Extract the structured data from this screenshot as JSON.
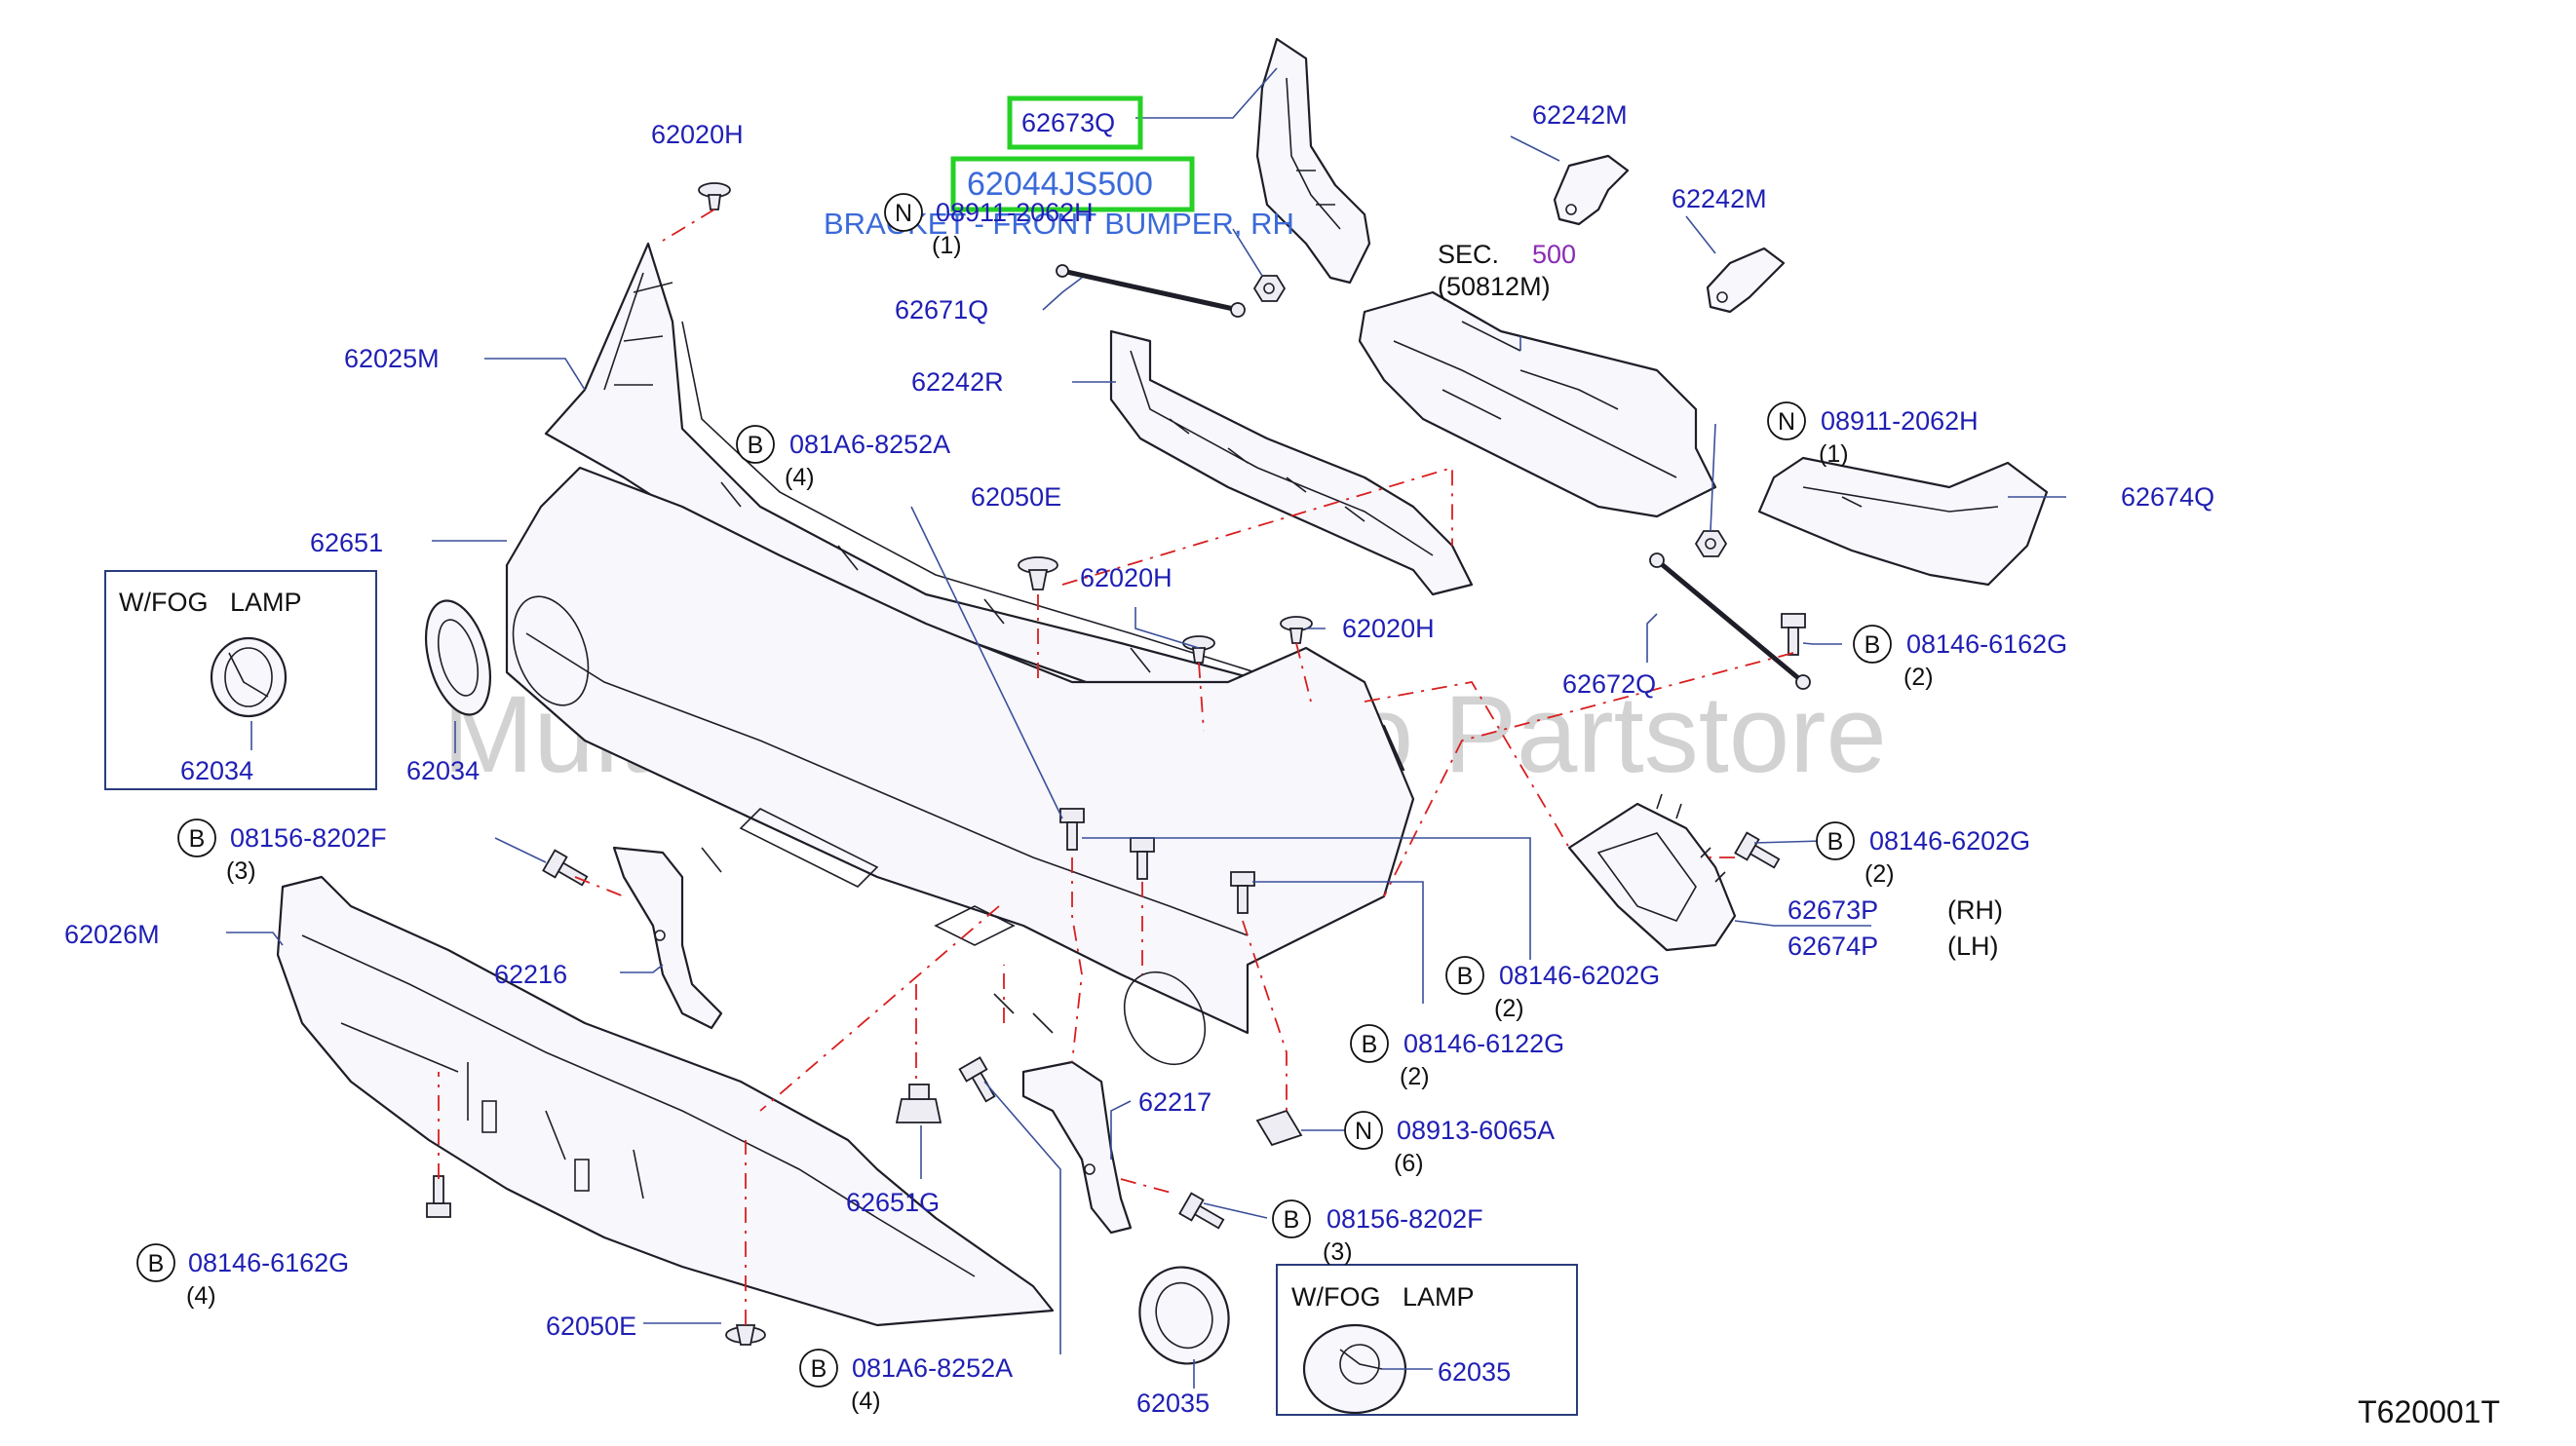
{
  "diagram_code": "T620001T",
  "watermark": "Multi-Merchant Auto Partstore",
  "highlighted_parts": {
    "main": "62673Q",
    "secondary": "62044JS500",
    "description": "BRACKET - FRONT BUMPER, RH"
  },
  "section_ref": {
    "prefix": "SEC.",
    "number": "500",
    "sub": "(50812M)"
  },
  "fog_boxes": {
    "left": "W/FOG   LAMP",
    "right": "W/FOG   LAMP"
  },
  "colors": {
    "part_number": "#1f1fb4",
    "section_number": "#8a2bb4",
    "highlight_box": "#26d126",
    "guide_line": "#d81e1e",
    "watermark": "#c8c8c8"
  },
  "callouts": [
    {
      "id": "c1",
      "prefix": "",
      "part": "62020H",
      "qty": ""
    },
    {
      "id": "c2",
      "prefix": "N",
      "part": "08911-2062H",
      "qty": "(1)"
    },
    {
      "id": "c3",
      "prefix": "",
      "part": "62242M",
      "qty": ""
    },
    {
      "id": "c4",
      "prefix": "",
      "part": "62242M",
      "qty": ""
    },
    {
      "id": "c5",
      "prefix": "",
      "part": "62671Q",
      "qty": ""
    },
    {
      "id": "c6",
      "prefix": "",
      "part": "62025M",
      "qty": ""
    },
    {
      "id": "c7",
      "prefix": "",
      "part": "62242R",
      "qty": ""
    },
    {
      "id": "c8",
      "prefix": "B",
      "part": "081A6-8252A",
      "qty": "(4)"
    },
    {
      "id": "c9",
      "prefix": "N",
      "part": "08911-2062H",
      "qty": "(1)"
    },
    {
      "id": "c10",
      "prefix": "",
      "part": "62050E",
      "qty": ""
    },
    {
      "id": "c11",
      "prefix": "",
      "part": "62651",
      "qty": ""
    },
    {
      "id": "c12",
      "prefix": "",
      "part": "62674Q",
      "qty": ""
    },
    {
      "id": "c13",
      "prefix": "",
      "part": "62020H",
      "qty": ""
    },
    {
      "id": "c14",
      "prefix": "",
      "part": "62020H",
      "qty": ""
    },
    {
      "id": "c15",
      "prefix": "",
      "part": "62034",
      "qty": ""
    },
    {
      "id": "c16",
      "prefix": "",
      "part": "62034",
      "qty": ""
    },
    {
      "id": "c17",
      "prefix": "",
      "part": "62672Q",
      "qty": ""
    },
    {
      "id": "c18",
      "prefix": "B",
      "part": "08146-6162G",
      "qty": "(2)"
    },
    {
      "id": "c19",
      "prefix": "B",
      "part": "08156-8202F",
      "qty": "(3)"
    },
    {
      "id": "c20",
      "prefix": "B",
      "part": "08146-6202G",
      "qty": "(2)"
    },
    {
      "id": "c21",
      "prefix": "",
      "part": "62026M",
      "qty": ""
    },
    {
      "id": "c22",
      "prefix": "",
      "part": "62673P",
      "qty": "(RH)"
    },
    {
      "id": "c23",
      "prefix": "",
      "part": "62674P",
      "qty": "(LH)"
    },
    {
      "id": "c24",
      "prefix": "",
      "part": "62216",
      "qty": ""
    },
    {
      "id": "c25",
      "prefix": "B",
      "part": "08146-6202G",
      "qty": "(2)"
    },
    {
      "id": "c26",
      "prefix": "B",
      "part": "08146-6122G",
      "qty": "(2)"
    },
    {
      "id": "c27",
      "prefix": "",
      "part": "62217",
      "qty": ""
    },
    {
      "id": "c28",
      "prefix": "N",
      "part": "08913-6065A",
      "qty": "(6)"
    },
    {
      "id": "c29",
      "prefix": "",
      "part": "62651G",
      "qty": ""
    },
    {
      "id": "c30",
      "prefix": "B",
      "part": "08156-8202F",
      "qty": "(3)"
    },
    {
      "id": "c31",
      "prefix": "B",
      "part": "08146-6162G",
      "qty": "(4)"
    },
    {
      "id": "c32",
      "prefix": "",
      "part": "62050E",
      "qty": ""
    },
    {
      "id": "c33",
      "prefix": "B",
      "part": "081A6-8252A",
      "qty": "(4)"
    },
    {
      "id": "c34",
      "prefix": "",
      "part": "62035",
      "qty": ""
    },
    {
      "id": "c35",
      "prefix": "",
      "part": "62035",
      "qty": ""
    }
  ]
}
